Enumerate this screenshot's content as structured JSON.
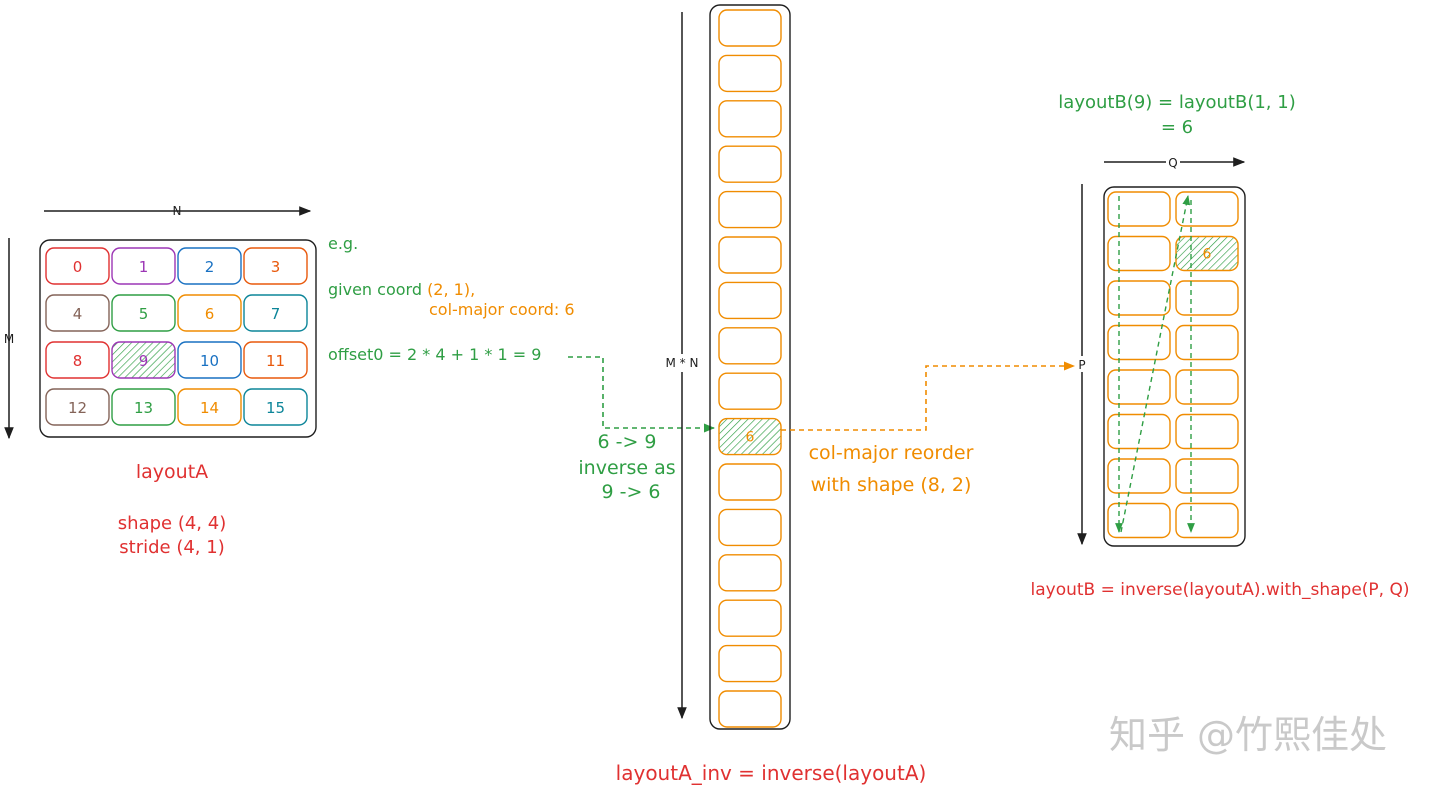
{
  "colors": {
    "red": "#e03131",
    "purple": "#9c36b5",
    "blue": "#1971c2",
    "orange": "#e8590c",
    "brown": "#846358",
    "green": "#2f9e44",
    "amber": "#f08c00",
    "teal": "#0c8599",
    "black": "#1e1e1e",
    "watermark": "#c9c9c9"
  },
  "layoutA": {
    "axis_n": "N",
    "axis_m": "M",
    "cells": [
      {
        "label": "0",
        "color": "#e03131"
      },
      {
        "label": "1",
        "color": "#9c36b5"
      },
      {
        "label": "2",
        "color": "#1971c2"
      },
      {
        "label": "3",
        "color": "#e8590c"
      },
      {
        "label": "4",
        "color": "#846358"
      },
      {
        "label": "5",
        "color": "#2f9e44"
      },
      {
        "label": "6",
        "color": "#f08c00"
      },
      {
        "label": "7",
        "color": "#0c8599"
      },
      {
        "label": "8",
        "color": "#e03131"
      },
      {
        "label": "9",
        "color": "#9c36b5",
        "highlight": true
      },
      {
        "label": "10",
        "color": "#1971c2"
      },
      {
        "label": "11",
        "color": "#e8590c"
      },
      {
        "label": "12",
        "color": "#846358"
      },
      {
        "label": "13",
        "color": "#2f9e44"
      },
      {
        "label": "14",
        "color": "#f08c00"
      },
      {
        "label": "15",
        "color": "#0c8599"
      }
    ],
    "title": "layoutA",
    "shape": "shape (4, 4)",
    "stride": "stride (4, 1)"
  },
  "example": {
    "eg": "e.g.",
    "given_prefix": "given coord ",
    "given_coord": "(2, 1),",
    "col_major": "col-major coord: 6",
    "offset": "offset0 = 2 * 4 + 1 * 1 = 9"
  },
  "inverse_note": {
    "line1": "6 -> 9",
    "line2": "inverse as",
    "line3": "9 -> 6"
  },
  "layoutA_inv": {
    "axis": "M * N",
    "cell_count": 16,
    "highlight_index": 9,
    "highlight_label": "6",
    "caption": "layoutA_inv = inverse(layoutA)"
  },
  "reorder_note": {
    "line1": "col-major reorder",
    "line2": "with shape (8, 2)"
  },
  "layoutB": {
    "formula_line1": "layoutB(9) = layoutB(1, 1)",
    "formula_line2": "= 6",
    "axis_q": "Q",
    "axis_p": "P",
    "rows": 8,
    "cols": 2,
    "highlight_row": 1,
    "highlight_col": 1,
    "highlight_label": "6",
    "caption": "layoutB = inverse(layoutA).with_shape(P, Q)"
  },
  "watermark": "知乎 @竹熙佳处"
}
